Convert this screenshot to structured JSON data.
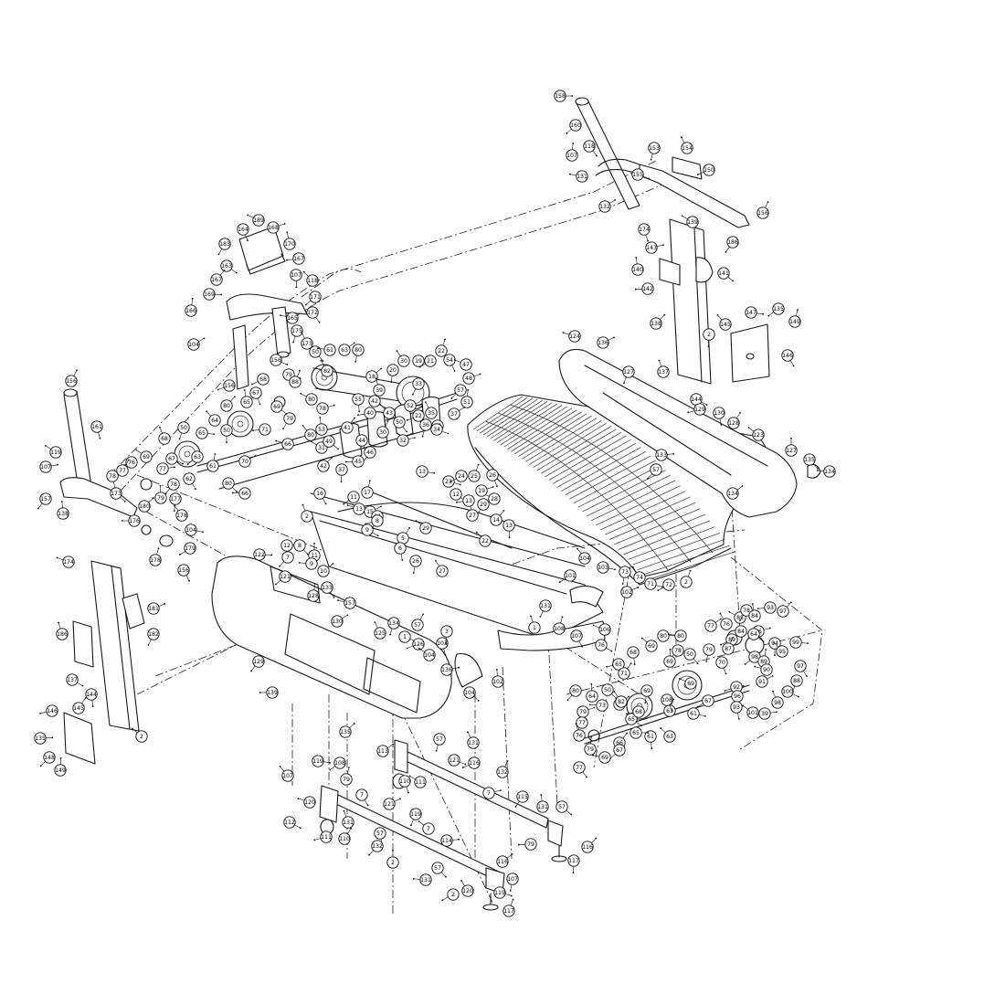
{
  "callouts": [
    [
      "158",
      613,
      105
    ],
    [
      "160",
      630,
      137
    ],
    [
      "107",
      626,
      170
    ],
    [
      "118",
      645,
      160
    ],
    [
      "131",
      637,
      193
    ],
    [
      "132",
      662,
      226
    ],
    [
      "153",
      716,
      162
    ],
    [
      "154",
      752,
      162
    ],
    [
      "155",
      698,
      191
    ],
    [
      "150",
      776,
      186
    ],
    [
      "156",
      835,
      233
    ],
    [
      "174",
      705,
      251
    ],
    [
      "139",
      758,
      243
    ],
    [
      "143",
      713,
      271
    ],
    [
      "186",
      802,
      265
    ],
    [
      "140",
      698,
      295
    ],
    [
      "141",
      792,
      299
    ],
    [
      "142",
      709,
      316
    ],
    [
      "138",
      718,
      354
    ],
    [
      "2",
      776,
      366
    ],
    [
      "145",
      794,
      355
    ],
    [
      "147",
      822,
      342
    ],
    [
      "135",
      852,
      338
    ],
    [
      "149",
      870,
      352
    ],
    [
      "146",
      862,
      389
    ],
    [
      "124",
      629,
      368
    ],
    [
      "136",
      660,
      375
    ],
    [
      "127",
      688,
      407
    ],
    [
      "137",
      726,
      407
    ],
    [
      "144",
      762,
      437
    ],
    [
      "129",
      766,
      448
    ],
    [
      "128",
      803,
      463
    ],
    [
      "130",
      787,
      452
    ],
    [
      "123",
      830,
      476
    ],
    [
      "133",
      724,
      498
    ],
    [
      "57",
      718,
      514
    ],
    [
      "127",
      866,
      493
    ],
    [
      "135",
      886,
      503
    ],
    [
      "134",
      908,
      516
    ],
    [
      "134",
      802,
      540
    ],
    [
      "73",
      684,
      626
    ],
    [
      "74",
      700,
      632
    ],
    [
      "71",
      712,
      639
    ],
    [
      "72",
      732,
      640
    ],
    [
      "2",
      751,
      637
    ],
    [
      "164",
      266,
      251
    ],
    [
      "189",
      283,
      241
    ],
    [
      "168",
      299,
      249
    ],
    [
      "183",
      246,
      267
    ],
    [
      "170",
      317,
      267
    ],
    [
      "163",
      248,
      291
    ],
    [
      "167",
      327,
      283
    ],
    [
      "167",
      237,
      306
    ],
    [
      "107",
      324,
      301
    ],
    [
      "118",
      342,
      307
    ],
    [
      "169",
      229,
      322
    ],
    [
      "171",
      345,
      325
    ],
    [
      "166",
      209,
      340
    ],
    [
      "172",
      342,
      342
    ],
    [
      "165",
      320,
      348
    ],
    [
      "104",
      212,
      377
    ],
    [
      "175",
      325,
      362
    ],
    [
      "173",
      336,
      376
    ],
    [
      "156",
      302,
      394
    ],
    [
      "156",
      251,
      422
    ],
    [
      "156",
      78,
      417
    ],
    [
      "161",
      106,
      467
    ],
    [
      "119",
      61,
      495
    ],
    [
      "107",
      50,
      511
    ],
    [
      "157",
      50,
      546
    ],
    [
      "138",
      69,
      562
    ],
    [
      "173",
      127,
      540
    ],
    [
      "176",
      147,
      570
    ],
    [
      "180",
      158,
      554
    ],
    [
      "177",
      192,
      546
    ],
    [
      "178",
      199,
      564
    ],
    [
      "104",
      209,
      580
    ],
    [
      "179",
      208,
      600
    ],
    [
      "178",
      170,
      613
    ],
    [
      "156",
      201,
      624
    ],
    [
      "174",
      75,
      615
    ],
    [
      "181",
      168,
      666
    ],
    [
      "182",
      168,
      694
    ],
    [
      "186",
      68,
      694
    ],
    [
      "137",
      79,
      744
    ],
    [
      "146",
      57,
      778
    ],
    [
      "145",
      86,
      775
    ],
    [
      "144",
      100,
      760
    ],
    [
      "2",
      155,
      806
    ],
    [
      "135",
      44,
      808
    ],
    [
      "148",
      54,
      829
    ],
    [
      "149",
      66,
      843
    ],
    [
      "50",
      345,
      385
    ],
    [
      "61",
      361,
      383
    ],
    [
      "63",
      377,
      383
    ],
    [
      "80",
      392,
      383
    ],
    [
      "82",
      358,
      406
    ],
    [
      "79",
      316,
      410
    ],
    [
      "68",
      288,
      415
    ],
    [
      "88",
      323,
      418
    ],
    [
      "67",
      280,
      430
    ],
    [
      "80",
      341,
      437
    ],
    [
      "78",
      353,
      447
    ],
    [
      "79",
      317,
      458
    ],
    [
      "65",
      270,
      440
    ],
    [
      "69",
      303,
      445
    ],
    [
      "71",
      290,
      470
    ],
    [
      "80",
      248,
      444
    ],
    [
      "50",
      248,
      471
    ],
    [
      "64",
      235,
      460
    ],
    [
      "65",
      221,
      474
    ],
    [
      "63",
      216,
      500
    ],
    [
      "61",
      233,
      510
    ],
    [
      "62",
      207,
      524
    ],
    [
      "66",
      315,
      486
    ],
    [
      "70",
      268,
      505
    ],
    [
      "50",
      201,
      468
    ],
    [
      "68",
      180,
      480
    ],
    [
      "67",
      188,
      502
    ],
    [
      "76",
      144,
      506
    ],
    [
      "77",
      134,
      515
    ],
    [
      "78",
      123,
      521
    ],
    [
      "69",
      160,
      500
    ],
    [
      "77",
      178,
      513
    ],
    [
      "78",
      190,
      530
    ],
    [
      "79",
      176,
      545
    ],
    [
      "80",
      250,
      529
    ],
    [
      "66",
      268,
      540
    ],
    [
      "18",
      407,
      412
    ],
    [
      "20",
      430,
      405
    ],
    [
      "30",
      442,
      395
    ],
    [
      "19",
      458,
      395
    ],
    [
      "21",
      471,
      395
    ],
    [
      "22",
      483,
      384
    ],
    [
      "54",
      492,
      394
    ],
    [
      "47",
      510,
      399
    ],
    [
      "48",
      513,
      414
    ],
    [
      "33",
      458,
      420
    ],
    [
      "39",
      415,
      427
    ],
    [
      "42",
      410,
      439
    ],
    [
      "40",
      405,
      452
    ],
    [
      "41",
      380,
      468
    ],
    [
      "55",
      392,
      437
    ],
    [
      "43",
      426,
      452
    ],
    [
      "52",
      449,
      444
    ],
    [
      "57",
      504,
      427
    ],
    [
      "51",
      511,
      440
    ],
    [
      "50",
      437,
      462
    ],
    [
      "38",
      479,
      466
    ],
    [
      "37",
      497,
      453
    ],
    [
      "36",
      466,
      465
    ],
    [
      "35",
      472,
      452
    ],
    [
      "34",
      478,
      470
    ],
    [
      "22",
      458,
      455
    ],
    [
      "30",
      419,
      473
    ],
    [
      "44",
      396,
      482
    ],
    [
      "31",
      352,
      490
    ],
    [
      "32",
      441,
      482
    ],
    [
      "46",
      405,
      495
    ],
    [
      "53",
      352,
      470
    ],
    [
      "49",
      360,
      483
    ],
    [
      "45",
      392,
      505
    ],
    [
      "42",
      354,
      510
    ],
    [
      "37",
      374,
      514
    ],
    [
      "80",
      340,
      476
    ],
    [
      "13",
      462,
      516
    ],
    [
      "11",
      387,
      544
    ],
    [
      "17",
      402,
      539
    ],
    [
      "16",
      350,
      540
    ],
    [
      "13",
      393,
      557
    ],
    [
      "15",
      405,
      560
    ],
    [
      "14",
      413,
      565
    ],
    [
      "2",
      336,
      565
    ],
    [
      "9",
      402,
      580
    ],
    [
      "8",
      413,
      570
    ],
    [
      "5",
      441,
      589
    ],
    [
      "6",
      438,
      600
    ],
    [
      "29",
      466,
      578
    ],
    [
      "12",
      314,
      597
    ],
    [
      "7",
      315,
      610
    ],
    [
      "11",
      344,
      608
    ],
    [
      "8",
      328,
      597
    ],
    [
      "9",
      341,
      617
    ],
    [
      "10",
      354,
      625
    ],
    [
      "26",
      455,
      614
    ],
    [
      "27",
      484,
      625
    ],
    [
      "23",
      491,
      527
    ],
    [
      "24",
      505,
      521
    ],
    [
      "25",
      519,
      521
    ],
    [
      "26",
      539,
      520
    ],
    [
      "28",
      541,
      546
    ],
    [
      "19",
      527,
      537
    ],
    [
      "29",
      529,
      552
    ],
    [
      "27",
      517,
      564
    ],
    [
      "12",
      499,
      541
    ],
    [
      "13",
      513,
      548
    ],
    [
      "14",
      543,
      569
    ],
    [
      "13",
      557,
      575
    ],
    [
      "22",
      531,
      592
    ],
    [
      "122",
      284,
      607
    ],
    [
      "121",
      312,
      631
    ],
    [
      "128",
      343,
      652
    ],
    [
      "133",
      358,
      643
    ],
    [
      "157",
      383,
      660
    ],
    [
      "130",
      369,
      680
    ],
    [
      "134",
      431,
      682
    ],
    [
      "125",
      416,
      693
    ],
    [
      "1",
      443,
      697
    ],
    [
      "126",
      458,
      705
    ],
    [
      "57",
      457,
      684
    ],
    [
      "103",
      484,
      704
    ],
    [
      "104",
      470,
      717
    ],
    [
      "136",
      489,
      733
    ],
    [
      "129",
      283,
      724
    ],
    [
      "102",
      545,
      746
    ],
    [
      "104",
      514,
      758
    ],
    [
      "139",
      298,
      758
    ],
    [
      "135",
      378,
      801
    ],
    [
      "3",
      489,
      691
    ],
    [
      "104",
      640,
      611
    ],
    [
      "103",
      660,
      621
    ],
    [
      "101",
      624,
      630
    ],
    [
      "108",
      612,
      688
    ],
    [
      "107",
      631,
      696
    ],
    [
      "106",
      662,
      689
    ],
    [
      "102",
      686,
      648
    ],
    [
      "131",
      597,
      663
    ],
    [
      "1",
      585,
      687
    ],
    [
      "76",
      658,
      706
    ],
    [
      "65",
      677,
      727
    ],
    [
      "71",
      683,
      737
    ],
    [
      "68",
      693,
      714
    ],
    [
      "69",
      713,
      707
    ],
    [
      "80",
      726,
      696
    ],
    [
      "78",
      742,
      712
    ],
    [
      "69",
      733,
      724
    ],
    [
      "50",
      755,
      716
    ],
    [
      "80",
      745,
      696
    ],
    [
      "77",
      778,
      685
    ],
    [
      "79",
      776,
      711
    ],
    [
      "76",
      795,
      683
    ],
    [
      "84",
      811,
      691
    ],
    [
      "89",
      801,
      700
    ],
    [
      "87",
      797,
      710
    ],
    [
      "70",
      790,
      725
    ],
    [
      "85",
      810,
      676
    ],
    [
      "86",
      830,
      691
    ],
    [
      "78",
      817,
      668
    ],
    [
      "84",
      826,
      674
    ],
    [
      "64",
      825,
      694
    ],
    [
      "93",
      843,
      665
    ],
    [
      "97",
      857,
      669
    ],
    [
      "94",
      848,
      704
    ],
    [
      "95",
      856,
      713
    ],
    [
      "99",
      871,
      703
    ],
    [
      "98",
      826,
      719
    ],
    [
      "89",
      836,
      724
    ],
    [
      "97",
      876,
      729
    ],
    [
      "90",
      839,
      733
    ],
    [
      "91",
      834,
      746
    ],
    [
      "88",
      872,
      745
    ],
    [
      "98",
      851,
      769
    ],
    [
      "100",
      862,
      757
    ],
    [
      "92",
      806,
      752
    ],
    [
      "96",
      807,
      762
    ],
    [
      "93",
      806,
      774
    ],
    [
      "101",
      824,
      780
    ],
    [
      "39",
      837,
      781
    ],
    [
      "80",
      630,
      756
    ],
    [
      "64",
      648,
      762
    ],
    [
      "50",
      665,
      755
    ],
    [
      "73",
      659,
      772
    ],
    [
      "64",
      678,
      771
    ],
    [
      "69",
      708,
      756
    ],
    [
      "82",
      680,
      768
    ],
    [
      "61",
      759,
      781
    ],
    [
      "67",
      775,
      767
    ],
    [
      "63",
      733,
      778
    ],
    [
      "108",
      730,
      766
    ],
    [
      "69",
      756,
      748
    ],
    [
      "79",
      638,
      779
    ],
    [
      "77",
      637,
      791
    ],
    [
      "76",
      634,
      805
    ],
    [
      "65",
      691,
      787
    ],
    [
      "68",
      699,
      779
    ],
    [
      "66",
      678,
      813
    ],
    [
      "61",
      712,
      806
    ],
    [
      "63",
      733,
      806
    ],
    [
      "65",
      696,
      802
    ],
    [
      "67",
      678,
      821
    ],
    [
      "79",
      646,
      820
    ],
    [
      "77",
      634,
      840
    ],
    [
      "69",
      662,
      829
    ],
    [
      "113",
      419,
      822
    ],
    [
      "57",
      481,
      809
    ],
    [
      "131",
      518,
      813
    ],
    [
      "121",
      497,
      832
    ],
    [
      "116",
      519,
      835
    ],
    [
      "132",
      550,
      845
    ],
    [
      "110",
      443,
      855
    ],
    [
      "111",
      460,
      856
    ],
    [
      "7",
      535,
      868
    ],
    [
      "115",
      572,
      872
    ],
    [
      "131",
      594,
      883
    ],
    [
      "57",
      615,
      883
    ],
    [
      "79",
      581,
      924
    ],
    [
      "116",
      643,
      927
    ],
    [
      "117",
      628,
      942
    ],
    [
      "107",
      315,
      849
    ],
    [
      "119",
      348,
      833
    ],
    [
      "108",
      372,
      835
    ],
    [
      "79",
      379,
      853
    ],
    [
      "7",
      396,
      870
    ],
    [
      "120",
      339,
      878
    ],
    [
      "121",
      426,
      880
    ],
    [
      "119",
      455,
      891
    ],
    [
      "131",
      381,
      900
    ],
    [
      "112",
      317,
      900
    ],
    [
      "111",
      357,
      916
    ],
    [
      "110",
      377,
      918
    ],
    [
      "57",
      416,
      912
    ],
    [
      "7",
      469,
      907
    ],
    [
      "114",
      489,
      920
    ],
    [
      "132",
      413,
      926
    ],
    [
      "2",
      430,
      944
    ],
    [
      "57",
      479,
      950
    ],
    [
      "131",
      466,
      963
    ],
    [
      "116",
      550,
      943
    ],
    [
      "107",
      561,
      962
    ],
    [
      "120",
      512,
      975
    ],
    [
      "119",
      547,
      977
    ],
    [
      "2",
      496,
      979
    ],
    [
      "117",
      557,
      997
    ]
  ],
  "colors": {
    "line": "#1a1a1a",
    "background": "#ffffff"
  }
}
